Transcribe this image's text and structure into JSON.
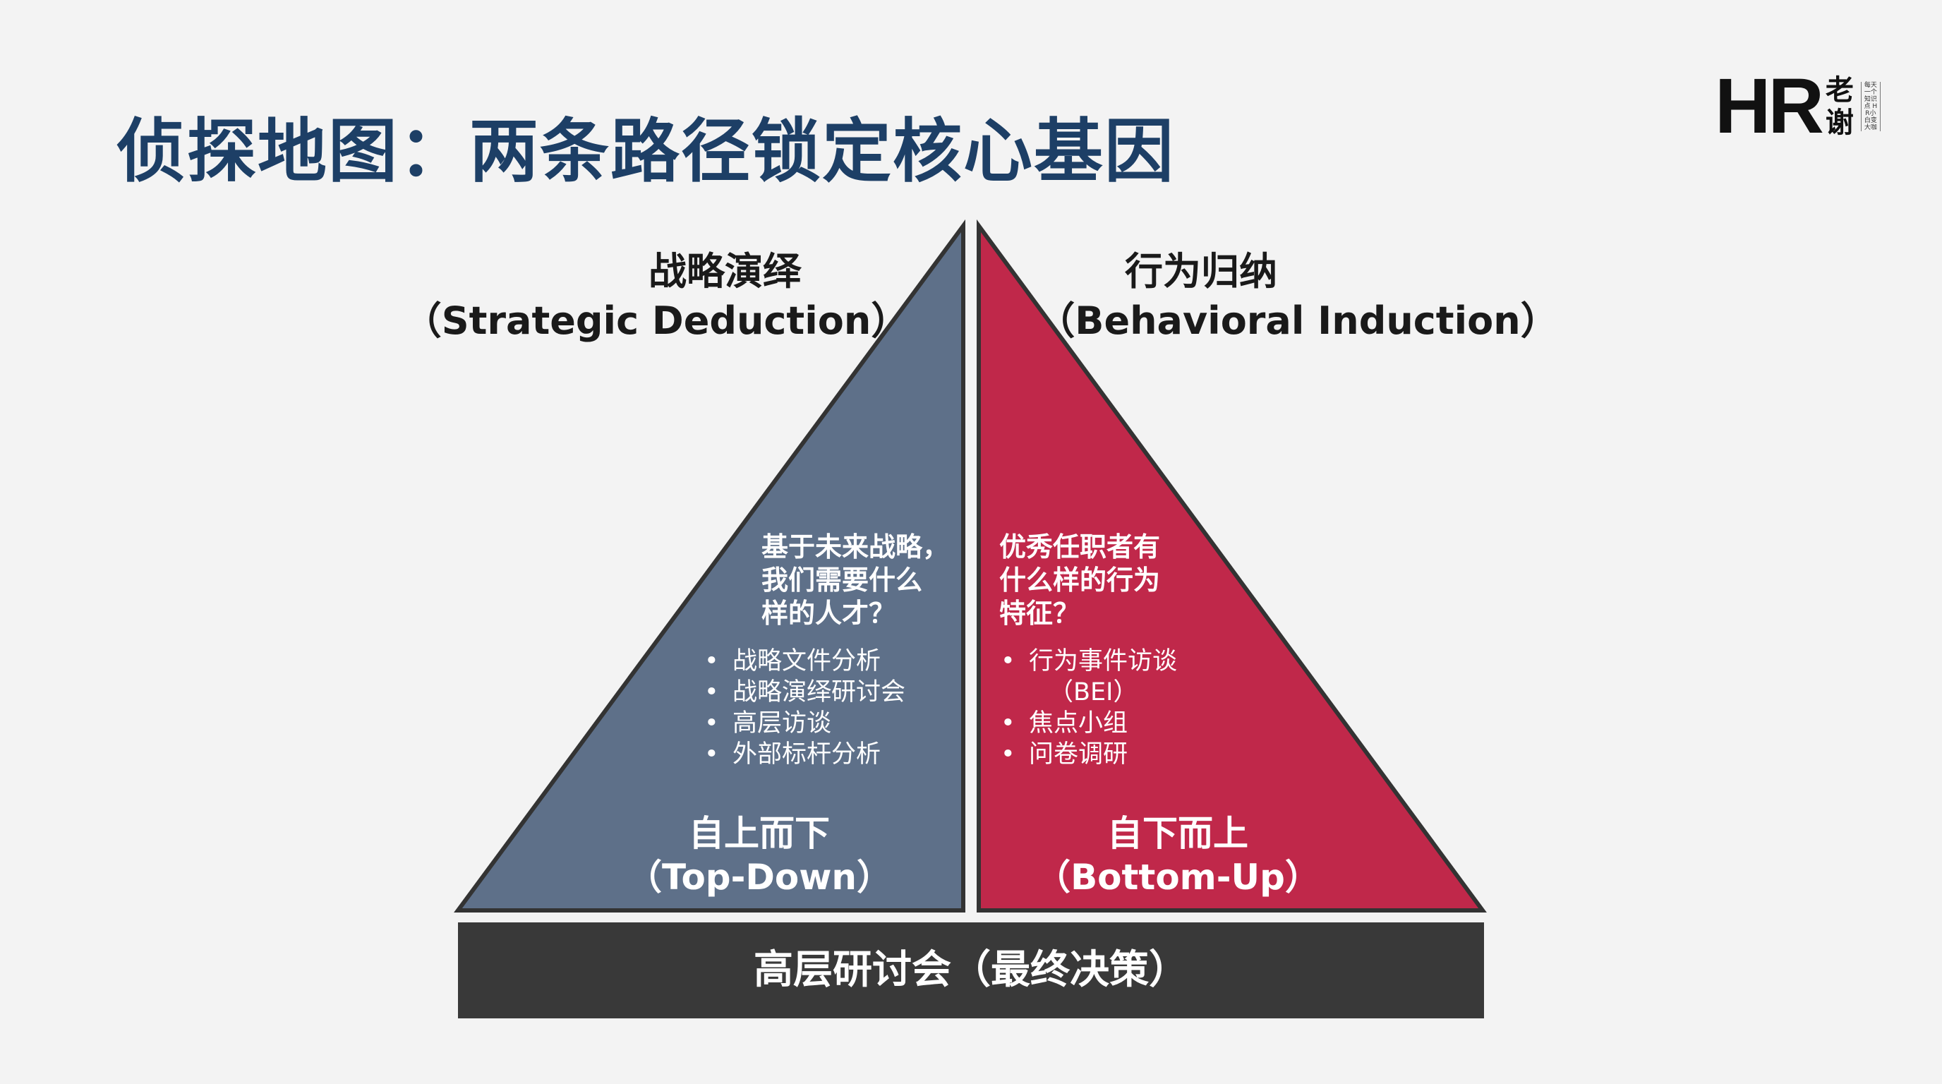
{
  "title": "侦探地图：两条路径锁定核心基因",
  "logo": {
    "mark": "HR",
    "name": "老谢",
    "tagline": "每天一个知识点 HR小白变大咖"
  },
  "colors": {
    "left": "#5e7089",
    "right": "#c0284a",
    "bar": "#393939",
    "title": "#1d3f66"
  },
  "left": {
    "heading": "战略演绎",
    "heading_en": "（Strategic Deduction）",
    "question": [
      "基于未来战略，",
      "我们需要什么",
      "样的人才？"
    ],
    "bullets": [
      "战略文件分析",
      "战略演绎研讨会",
      "高层访谈",
      "外部标杆分析"
    ],
    "direction": "自上而下",
    "direction_en": "（Top-Down）"
  },
  "right": {
    "heading": "行为归纳",
    "heading_en": "（Behavioral Induction）",
    "question": [
      "优秀任职者有",
      "什么样的行为",
      "特征？"
    ],
    "bullets": [
      "行为事件访谈",
      "（BEI）",
      "焦点小组",
      "问卷调研"
    ],
    "direction": "自下而上",
    "direction_en": "（Bottom-Up）"
  },
  "bar": {
    "label": "高层研讨会（最终决策）"
  }
}
